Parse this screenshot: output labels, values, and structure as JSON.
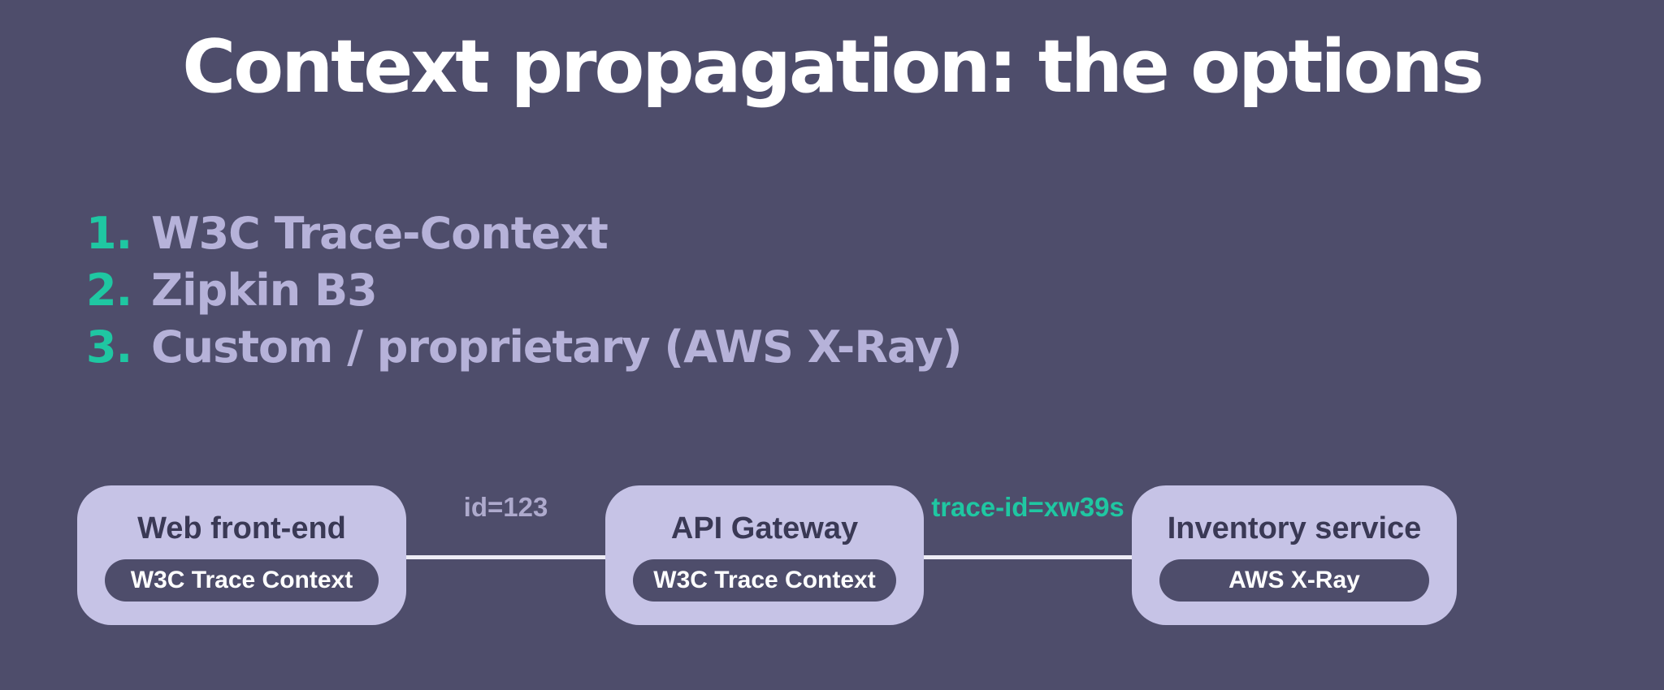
{
  "slide": {
    "title": "Context propagation: the options",
    "list": {
      "items": [
        {
          "number": "1.",
          "label": "W3C Trace-Context"
        },
        {
          "number": "2.",
          "label": "Zipkin B3"
        },
        {
          "number": "3.",
          "label": "Custom / proprietary (AWS X-Ray)"
        }
      ]
    },
    "diagram": {
      "nodes": [
        {
          "title": "Web front-end",
          "badge": "W3C Trace Context"
        },
        {
          "title": "API Gateway",
          "badge": "W3C Trace Context"
        },
        {
          "title": "Inventory service",
          "badge": "AWS X-Ray"
        }
      ],
      "edges": [
        {
          "label": "id=123"
        },
        {
          "label": "trace-id=xw39s"
        }
      ]
    },
    "colors": {
      "background": "#4e4d6b",
      "title_text": "#ffffff",
      "list_number": "#1fc7a2",
      "list_text": "#b6b2d9",
      "node_fill": "#c6c3e6",
      "node_title": "#3a3955",
      "badge_fill": "#4e4d6b",
      "badge_text": "#ffffff",
      "edge_line": "#edecf5",
      "edge_label_muted": "#aeaacd",
      "edge_label_accent": "#1fc7a2"
    }
  }
}
